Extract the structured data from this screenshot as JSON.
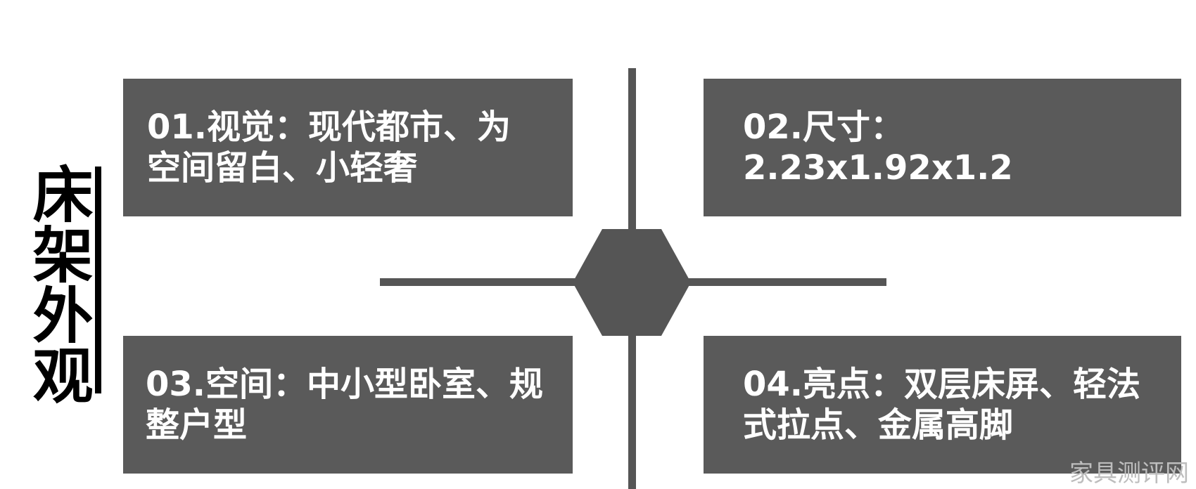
{
  "title": "床架外观",
  "colors": {
    "box": "#5a5a5a",
    "connector": "#555555",
    "text": "#ffffff"
  },
  "items": [
    {
      "text": "01.视觉：现代都市、为空间留白、小轻奢"
    },
    {
      "text": "02.尺寸：2.23x1.92x1.2"
    },
    {
      "text": "03.空间：中小型卧室、规整户型"
    },
    {
      "text": "04.亮点：双层床屏、轻法式拉点、金属高脚"
    }
  ],
  "watermark": "家具测评网"
}
